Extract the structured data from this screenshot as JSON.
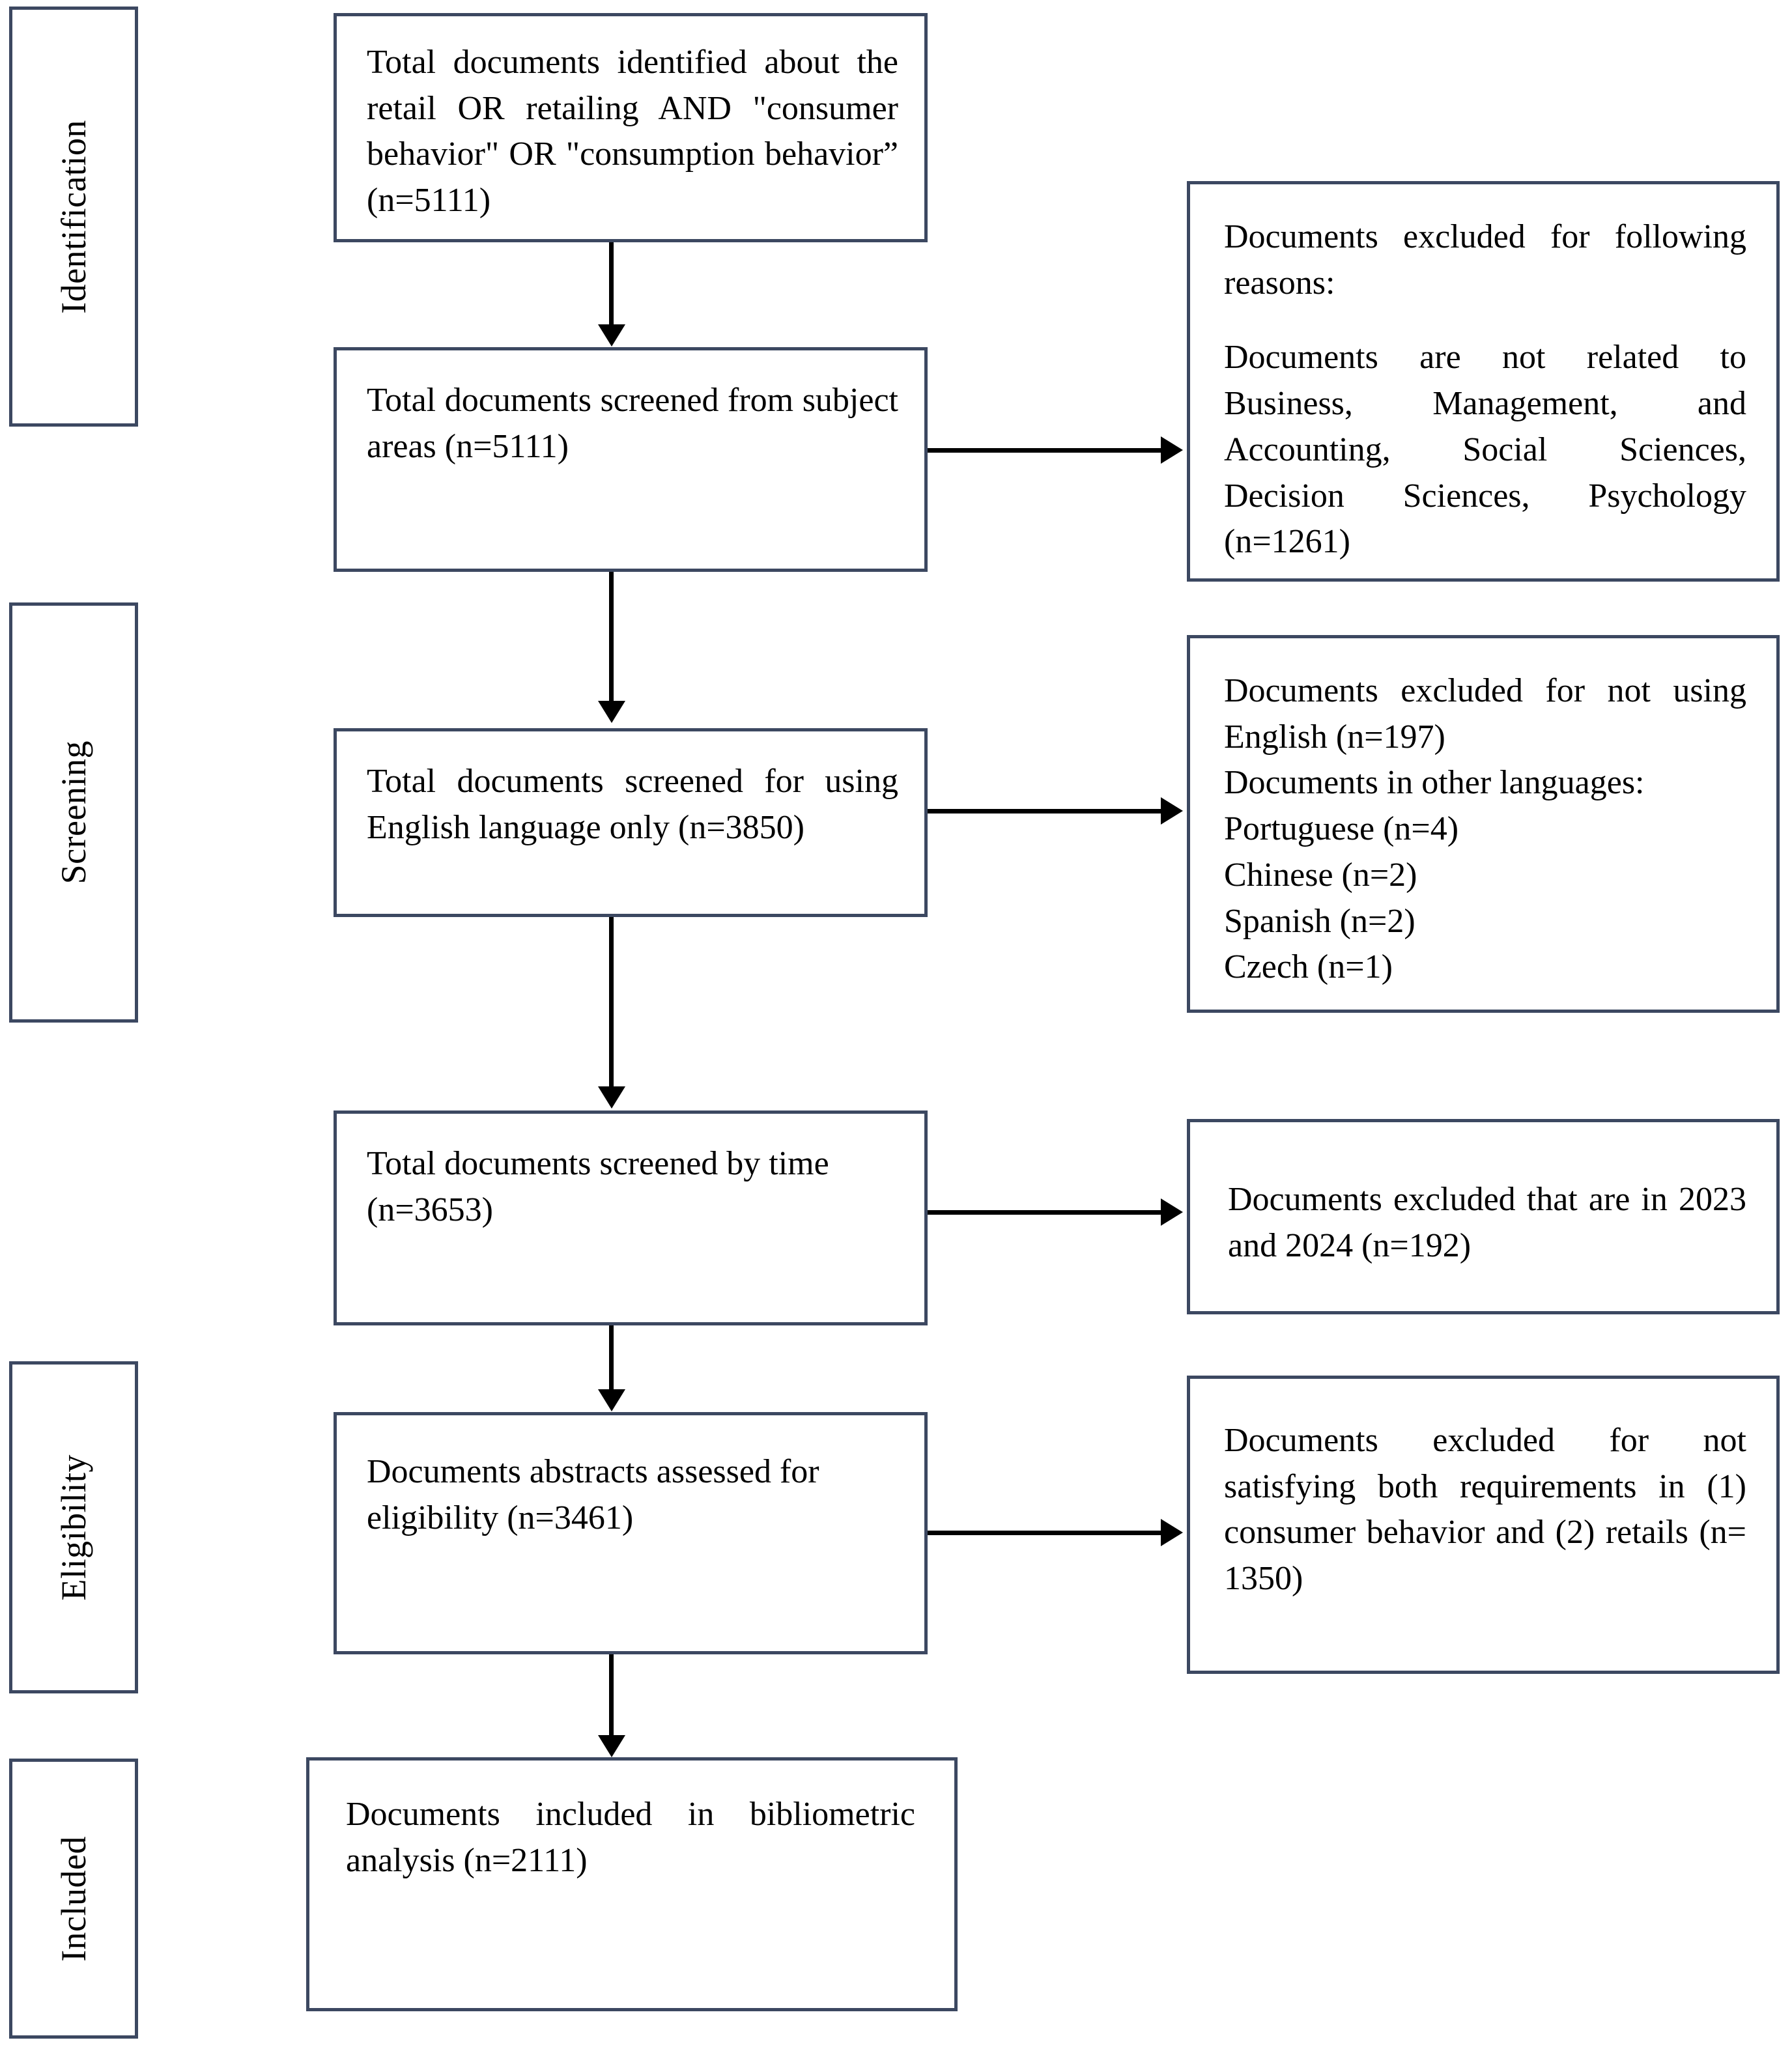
{
  "diagram": {
    "title": "PRISMA document selection flow diagram",
    "border_color": "#3c4861",
    "arrow_color": "#000000",
    "background": "#ffffff"
  },
  "stages": [
    {
      "id": "identification",
      "label": "Identification"
    },
    {
      "id": "screening",
      "label": "Screening"
    },
    {
      "id": "eligibility",
      "label": "Eligibility"
    },
    {
      "id": "included",
      "label": "Included"
    }
  ],
  "flow": [
    {
      "id": "identified",
      "stage": "identification",
      "lines": [
        "Total documents identified about the retail OR retailing AND \"consumer behavior\" OR \"consumption behavior” (n=5111)"
      ],
      "count": "n=5111"
    },
    {
      "id": "screened-subject-areas",
      "stage": "identification",
      "lines": [
        "Total documents screened from subject areas (n=5111)"
      ],
      "count": "n=5111"
    },
    {
      "id": "screened-english",
      "stage": "screening",
      "lines": [
        "Total documents screened for using English language only (n=3850)"
      ],
      "count": "n=3850"
    },
    {
      "id": "screened-time",
      "stage": "screening",
      "lines": [
        "Total documents screened by time (n=3653)"
      ],
      "count": "n=3653"
    },
    {
      "id": "abstracts-assessed",
      "stage": "eligibility",
      "lines": [
        "Documents abstracts assessed for eligibility (n=3461)"
      ],
      "count": "n=3461"
    },
    {
      "id": "included-bibliometric",
      "stage": "included",
      "lines": [
        "Documents included in bibliometric analysis (n=2111)"
      ],
      "count": "n=2111"
    }
  ],
  "exclusions": [
    {
      "id": "excluded-subject-areas",
      "para1": "Documents excluded for following reasons:",
      "para2": "Documents are not related to Business, Management, and Accounting, Social Sciences, Decision Sciences, Psychology (n=1261)",
      "count": "n=1261"
    },
    {
      "id": "excluded-language",
      "line1": "Documents excluded for not using English (n=197)",
      "line2": "Documents in other languages:",
      "languages": [
        "Portuguese (n=4)",
        "Chinese (n=2)",
        "Spanish (n=2)",
        "Czech (n=1)"
      ],
      "count": "n=197"
    },
    {
      "id": "excluded-years",
      "text": "Documents excluded that are in 2023 and 2024 (n=192)",
      "count": "n=192"
    },
    {
      "id": "excluded-requirements",
      "text": "Documents excluded for not satisfying both requirements in (1) consumer behavior and (2) retails (n= 1350)",
      "count": "n= 1350"
    }
  ],
  "chart_data": {
    "type": "table",
    "title": "PRISMA flow counts",
    "columns": [
      "step",
      "label",
      "n"
    ],
    "rows": [
      [
        "identified",
        "Total documents identified about the retail OR retailing AND \"consumer behavior\" OR \"consumption behavior”",
        5111
      ],
      [
        "screened-subject-areas",
        "Total documents screened from subject areas",
        5111
      ],
      [
        "excluded-subject-areas",
        "Documents are not related to Business, Management, and Accounting, Social Sciences, Decision Sciences, Psychology",
        1261
      ],
      [
        "screened-english",
        "Total documents screened for using English language only",
        3850
      ],
      [
        "excluded-language",
        "Documents excluded for not using English",
        197
      ],
      [
        "lang-portuguese",
        "Portuguese",
        4
      ],
      [
        "lang-chinese",
        "Chinese",
        2
      ],
      [
        "lang-spanish",
        "Spanish",
        2
      ],
      [
        "lang-czech",
        "Czech",
        1
      ],
      [
        "screened-time",
        "Total documents screened by time",
        3653
      ],
      [
        "excluded-years",
        "Documents excluded that are in 2023 and 2024",
        192
      ],
      [
        "abstracts-assessed",
        "Documents abstracts assessed for eligibility",
        3461
      ],
      [
        "excluded-requirements",
        "Documents excluded for not satisfying both requirements in (1) consumer behavior and (2) retails",
        1350
      ],
      [
        "included-bibliometric",
        "Documents included in bibliometric analysis",
        2111
      ]
    ]
  }
}
